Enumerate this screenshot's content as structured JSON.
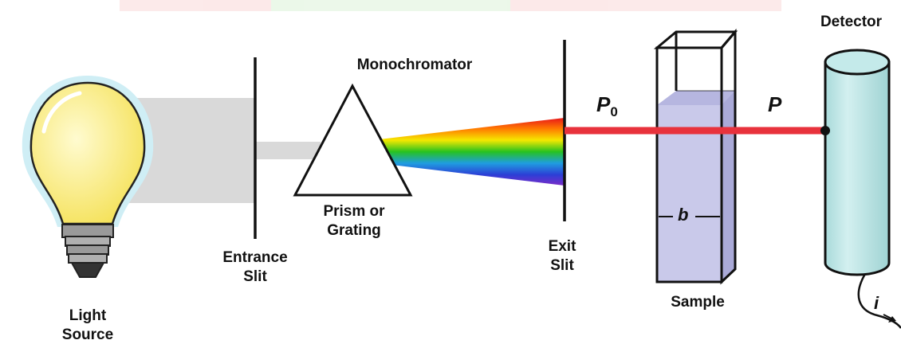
{
  "labels": {
    "detector": "Detector",
    "monochromator": "Monochromator",
    "light_source_line1": "Light",
    "light_source_line2": "Source",
    "entrance_slit_line1": "Entrance",
    "entrance_slit_line2": "Slit",
    "prism_line1": "Prism or",
    "prism_line2": "Grating",
    "exit_slit_line1": "Exit",
    "exit_slit_line2": "Slit",
    "sample": "Sample",
    "path_length": "b",
    "incident_power": "P",
    "incident_power_sub": "0",
    "transmitted_power": "P",
    "current": "i"
  },
  "colors": {
    "beam": "#e8323c",
    "bulb": "#fbef8a",
    "detector": "#bfe6e6",
    "cuvette_liquid": "#c9c9ea",
    "light_path": "#d9d9d9",
    "spectrum": [
      "#e8161a",
      "#ff7a00",
      "#f5e800",
      "#27c21f",
      "#1f9de0",
      "#2c3fd6",
      "#7a2cc8"
    ]
  }
}
